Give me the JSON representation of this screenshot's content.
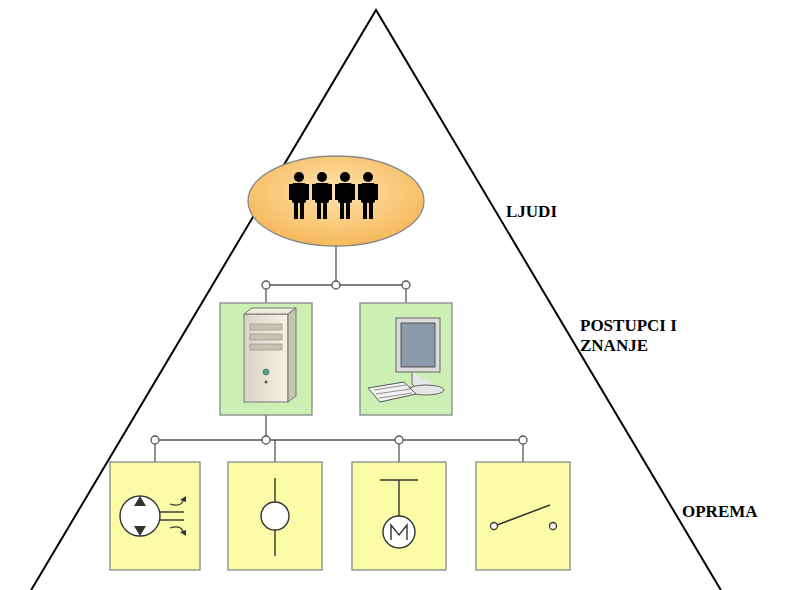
{
  "diagram": {
    "labels": [
      "LJUDI",
      "POSTUPCI I ZNANJE",
      "OPREMA"
    ]
  }
}
